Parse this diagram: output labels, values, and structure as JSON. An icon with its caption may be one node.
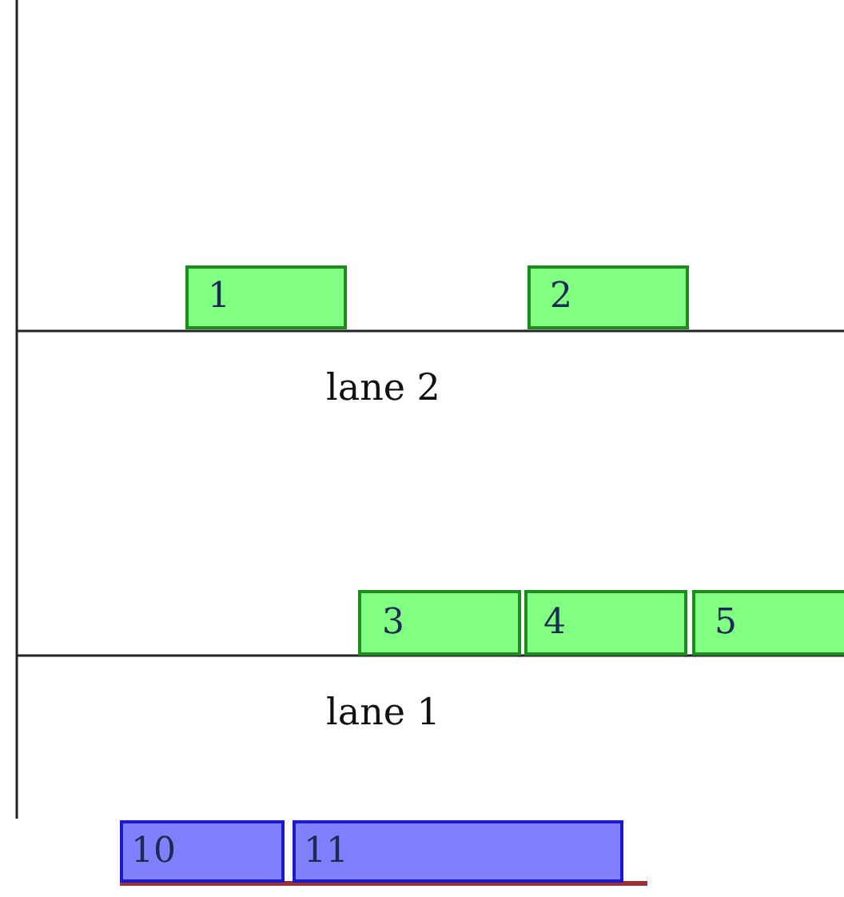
{
  "diagram": {
    "nodes": [
      {
        "text": [
          "1"
        ]
      },
      {
        "text": [
          "2"
        ]
      },
      {
        "text": [
          "3"
        ]
      },
      {
        "text": [
          "4"
        ]
      },
      {
        "text": [
          "5"
        ]
      },
      {
        "text": [
          "10"
        ]
      },
      {
        "text": [
          "11"
        ]
      }
    ],
    "labels": [
      "lane 2",
      "lane 1"
    ]
  }
}
